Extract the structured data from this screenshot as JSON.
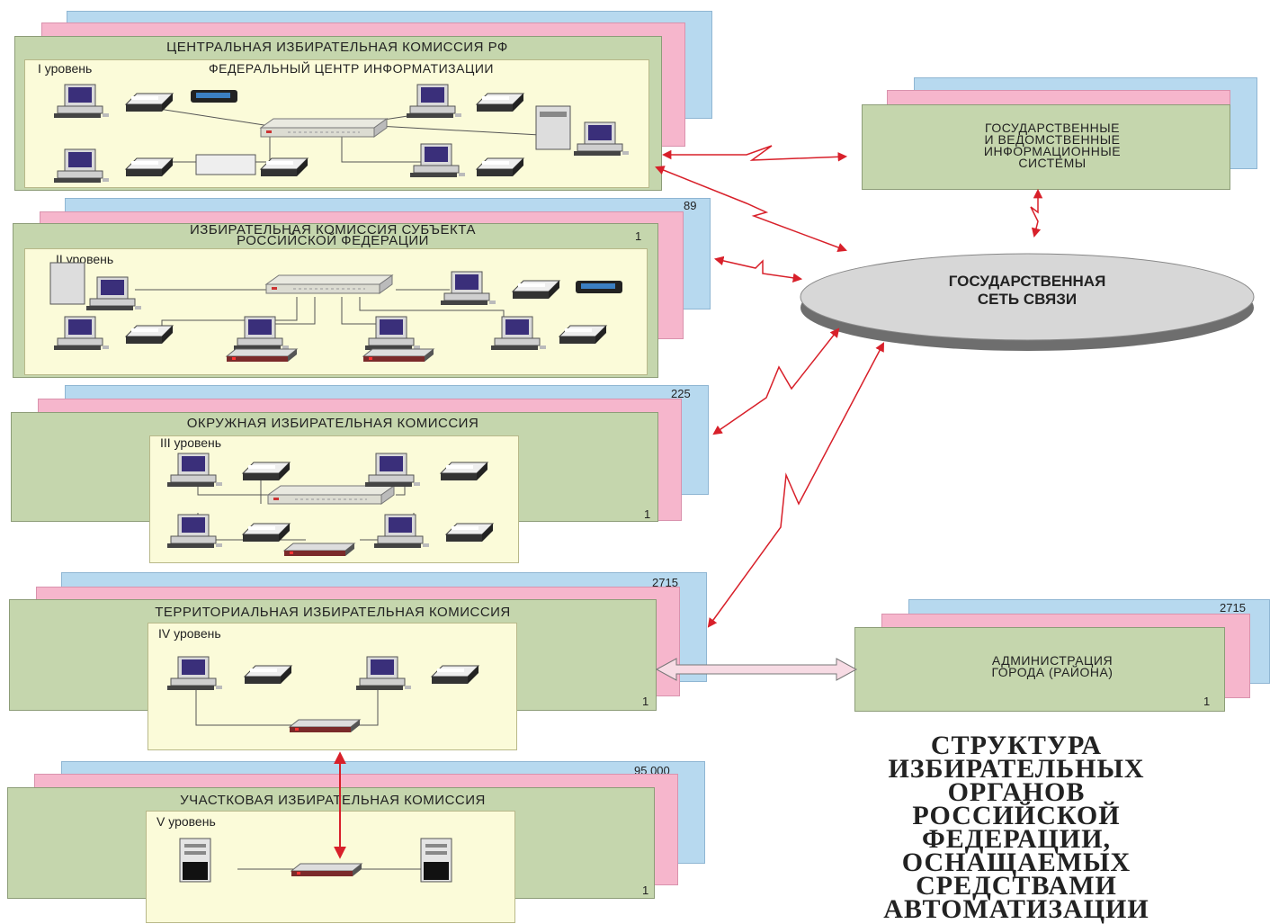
{
  "levels": [
    {
      "title": "ЦЕНТРАЛЬНАЯ ИЗБИРАТЕЛЬНАЯ КОМИССИЯ РФ",
      "level": "I уровень",
      "subtitle": "ФЕДЕРАЛЬНЫЙ ЦЕНТР ИНФОРМАТИЗАЦИИ",
      "count": "",
      "front": ""
    },
    {
      "title": "ИЗБИРАТЕЛЬНАЯ КОМИССИЯ СУБЪЕКТА",
      "title2": "РОССИЙСКОЙ ФЕДЕРАЦИИ",
      "level": "II уровень",
      "count": "89",
      "front": "1"
    },
    {
      "title": "ОКРУЖНАЯ ИЗБИРАТЕЛЬНАЯ КОМИССИЯ",
      "level": "III уровень",
      "count": "225",
      "front": "1"
    },
    {
      "title": "ТЕРРИТОРИАЛЬНАЯ ИЗБИРАТЕЛЬНАЯ КОМИССИЯ",
      "level": "IV уровень",
      "count": "2715",
      "front": "1"
    },
    {
      "title": "УЧАСТКОВАЯ ИЗБИРАТЕЛЬНАЯ КОМИССИЯ",
      "level": "V уровень",
      "count": "95 000",
      "front": "1"
    }
  ],
  "gov_systems": {
    "lines": [
      "ГОСУДАРСТВЕННЫЕ",
      "И ВЕДОМСТВЕННЫЕ",
      "ИНФОРМАЦИОННЫЕ",
      "СИСТЕМЫ"
    ]
  },
  "network": {
    "line1": "ГОСУДАРСТВЕННАЯ",
    "line2": "СЕТЬ СВЯЗИ"
  },
  "administration": {
    "line1": "АДМИНИСТРАЦИЯ",
    "line2": "ГОРОДА (РАЙОНА)",
    "count": "2715",
    "front": "1"
  },
  "caption": {
    "lines": [
      "СТРУКТУРА",
      "ИЗБИРАТЕЛЬНЫХ",
      "ОРГАНОВ",
      "РОССИЙСКОЙ",
      "ФЕДЕРАЦИИ,",
      "ОСНАЩАЕМЫХ",
      "СРЕДСТВАМИ",
      "АВТОМАТИЗАЦИИ"
    ]
  },
  "colors": {
    "arrow": "#d8202a",
    "blue_layer": "#b7d9ef",
    "pink_layer": "#f6b6cc",
    "green_layer": "#c5d6ad",
    "inner_panel": "#fbfbd9"
  }
}
